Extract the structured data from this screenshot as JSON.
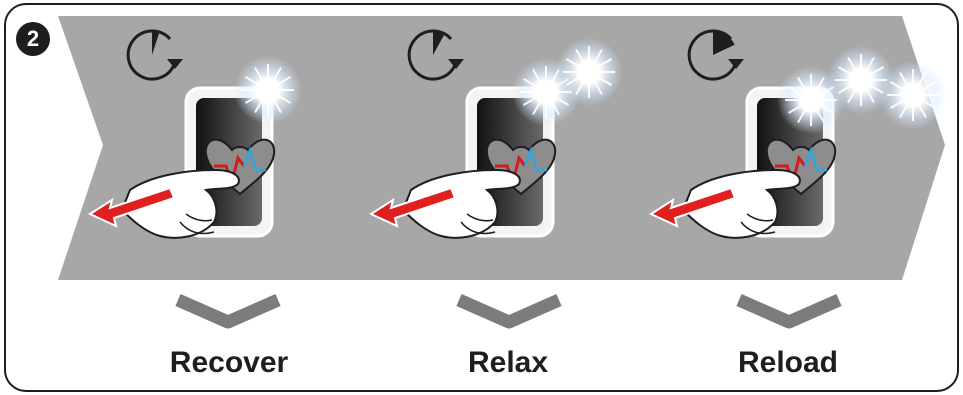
{
  "step": {
    "number": "2"
  },
  "stages": [
    {
      "label": "Recover",
      "glow_count": 1,
      "timer_fraction": 0.05
    },
    {
      "label": "Relax",
      "glow_count": 2,
      "timer_fraction": 0.08
    },
    {
      "label": "Reload",
      "glow_count": 3,
      "timer_fraction": 0.18
    }
  ],
  "colors": {
    "band": "#a7a7a7",
    "outline": "#1e1e1e",
    "chevron": "#7c7c7c",
    "arrow": "#e01f1f",
    "heart": "#8d8d8d",
    "pulse_red": "#d21b1b",
    "pulse_blue": "#2fa6df",
    "glove": "#ffffff",
    "glow": "#e8f4ff"
  },
  "icons": [
    "timer-icon",
    "heart-icon",
    "hand-icon",
    "arrow-icon",
    "glow-icon",
    "chevron-down-icon"
  ]
}
